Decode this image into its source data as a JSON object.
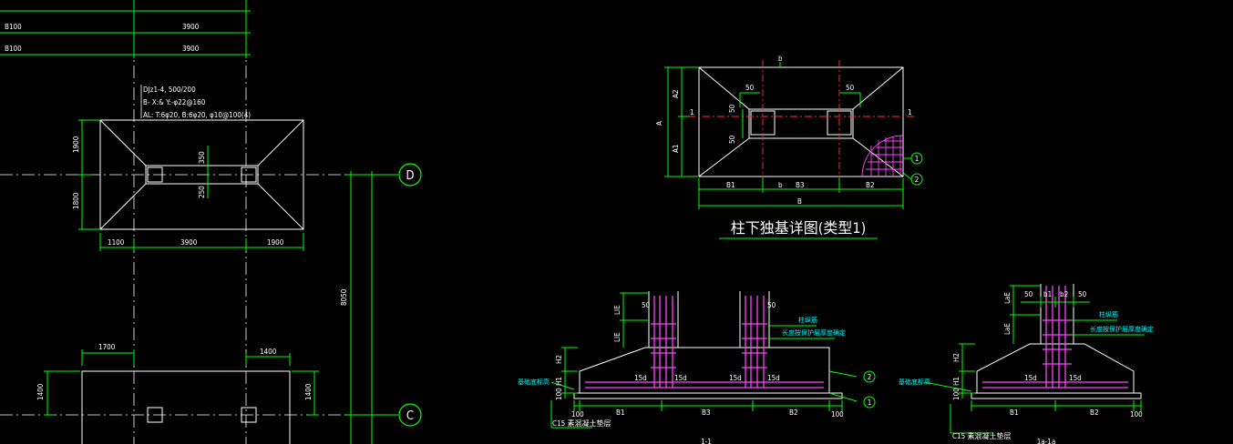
{
  "colors": {
    "background": "#000000",
    "dimension": "#00ff00",
    "outline": "#ffffff",
    "axis": "#ff3333",
    "rebar": "#ff44ff",
    "leader": "#00ffff"
  },
  "plan": {
    "b100_a": "B100",
    "b100_b": "B100",
    "span_top_a": "3900",
    "span_top_b": "3900",
    "note_line1": "DJz1-4, 500/200",
    "note_line2": "B- X:& Y:-φ22@160",
    "note_line3": "AL: T:6φ20, B:6φ20, φ10@100(4)",
    "dim_1900_v": "1900",
    "dim_1800_v": "1800",
    "dim_350": "350",
    "dim_250": "250",
    "dim_1100": "1100",
    "dim_3900": "3900",
    "dim_1900_h": "1900",
    "dim_1700": "1700",
    "dim_1400_top": "1400",
    "dim_1400_left": "1400",
    "dim_1400_right": "1400",
    "dim_8050": "8050",
    "grid_d": "D",
    "grid_c": "C"
  },
  "detail_plan": {
    "title": "柱下独基详图(类型1)",
    "label_A": "A",
    "label_A1": "A1",
    "label_A2": "A2",
    "label_B": "B",
    "label_B1": "B1",
    "label_B2": "B2",
    "label_B3": "B3",
    "label_50_a": "50",
    "label_50_b": "50",
    "label_50_c": "50",
    "label_50_d": "50",
    "section_mark_left": "1",
    "section_mark_right": "1",
    "label_top": "b",
    "label_mid": "b",
    "circle_1": "1",
    "circle_2": "2"
  },
  "section_11": {
    "title": "1-1",
    "label_50": "50",
    "label_50b": "50",
    "label_LIE": "LIE",
    "label_LIE2": "LIE",
    "label_H2": "H2",
    "label_H1": "H1",
    "label_100v": "100",
    "label_15d_a": "15d",
    "label_15d_b": "15d",
    "label_15d_c": "15d",
    "label_15d_d": "15d",
    "label_100_l": "100",
    "label_B1": "B1",
    "label_B3": "B3",
    "label_B2": "B2",
    "label_100_r": "100",
    "leader_1": "柱纵筋",
    "leader_2": "长度按保护层厚度确定",
    "leader_left": "基础底标高",
    "bottom_note": "C15 素混凝土垫层",
    "circle_1": "1",
    "circle_2": "2"
  },
  "section_1a": {
    "title": "1a-1a",
    "label_50": "50",
    "label_b1": "b1",
    "label_b2": "b2",
    "label_50b": "50",
    "label_LaE": "LaE",
    "label_LaE2": "LaE",
    "label_H2": "H2",
    "label_H1": "H1",
    "label_100v": "100",
    "label_15d_a": "15d",
    "label_15d_b": "15d",
    "label_B1": "B1",
    "label_B2": "B2",
    "label_100_r": "100",
    "leader_1": "柱纵筋",
    "leader_2": "长度按保护层厚度确定",
    "leader_left": "基础底标高",
    "bottom_note": "C15 素混凝土垫层"
  }
}
